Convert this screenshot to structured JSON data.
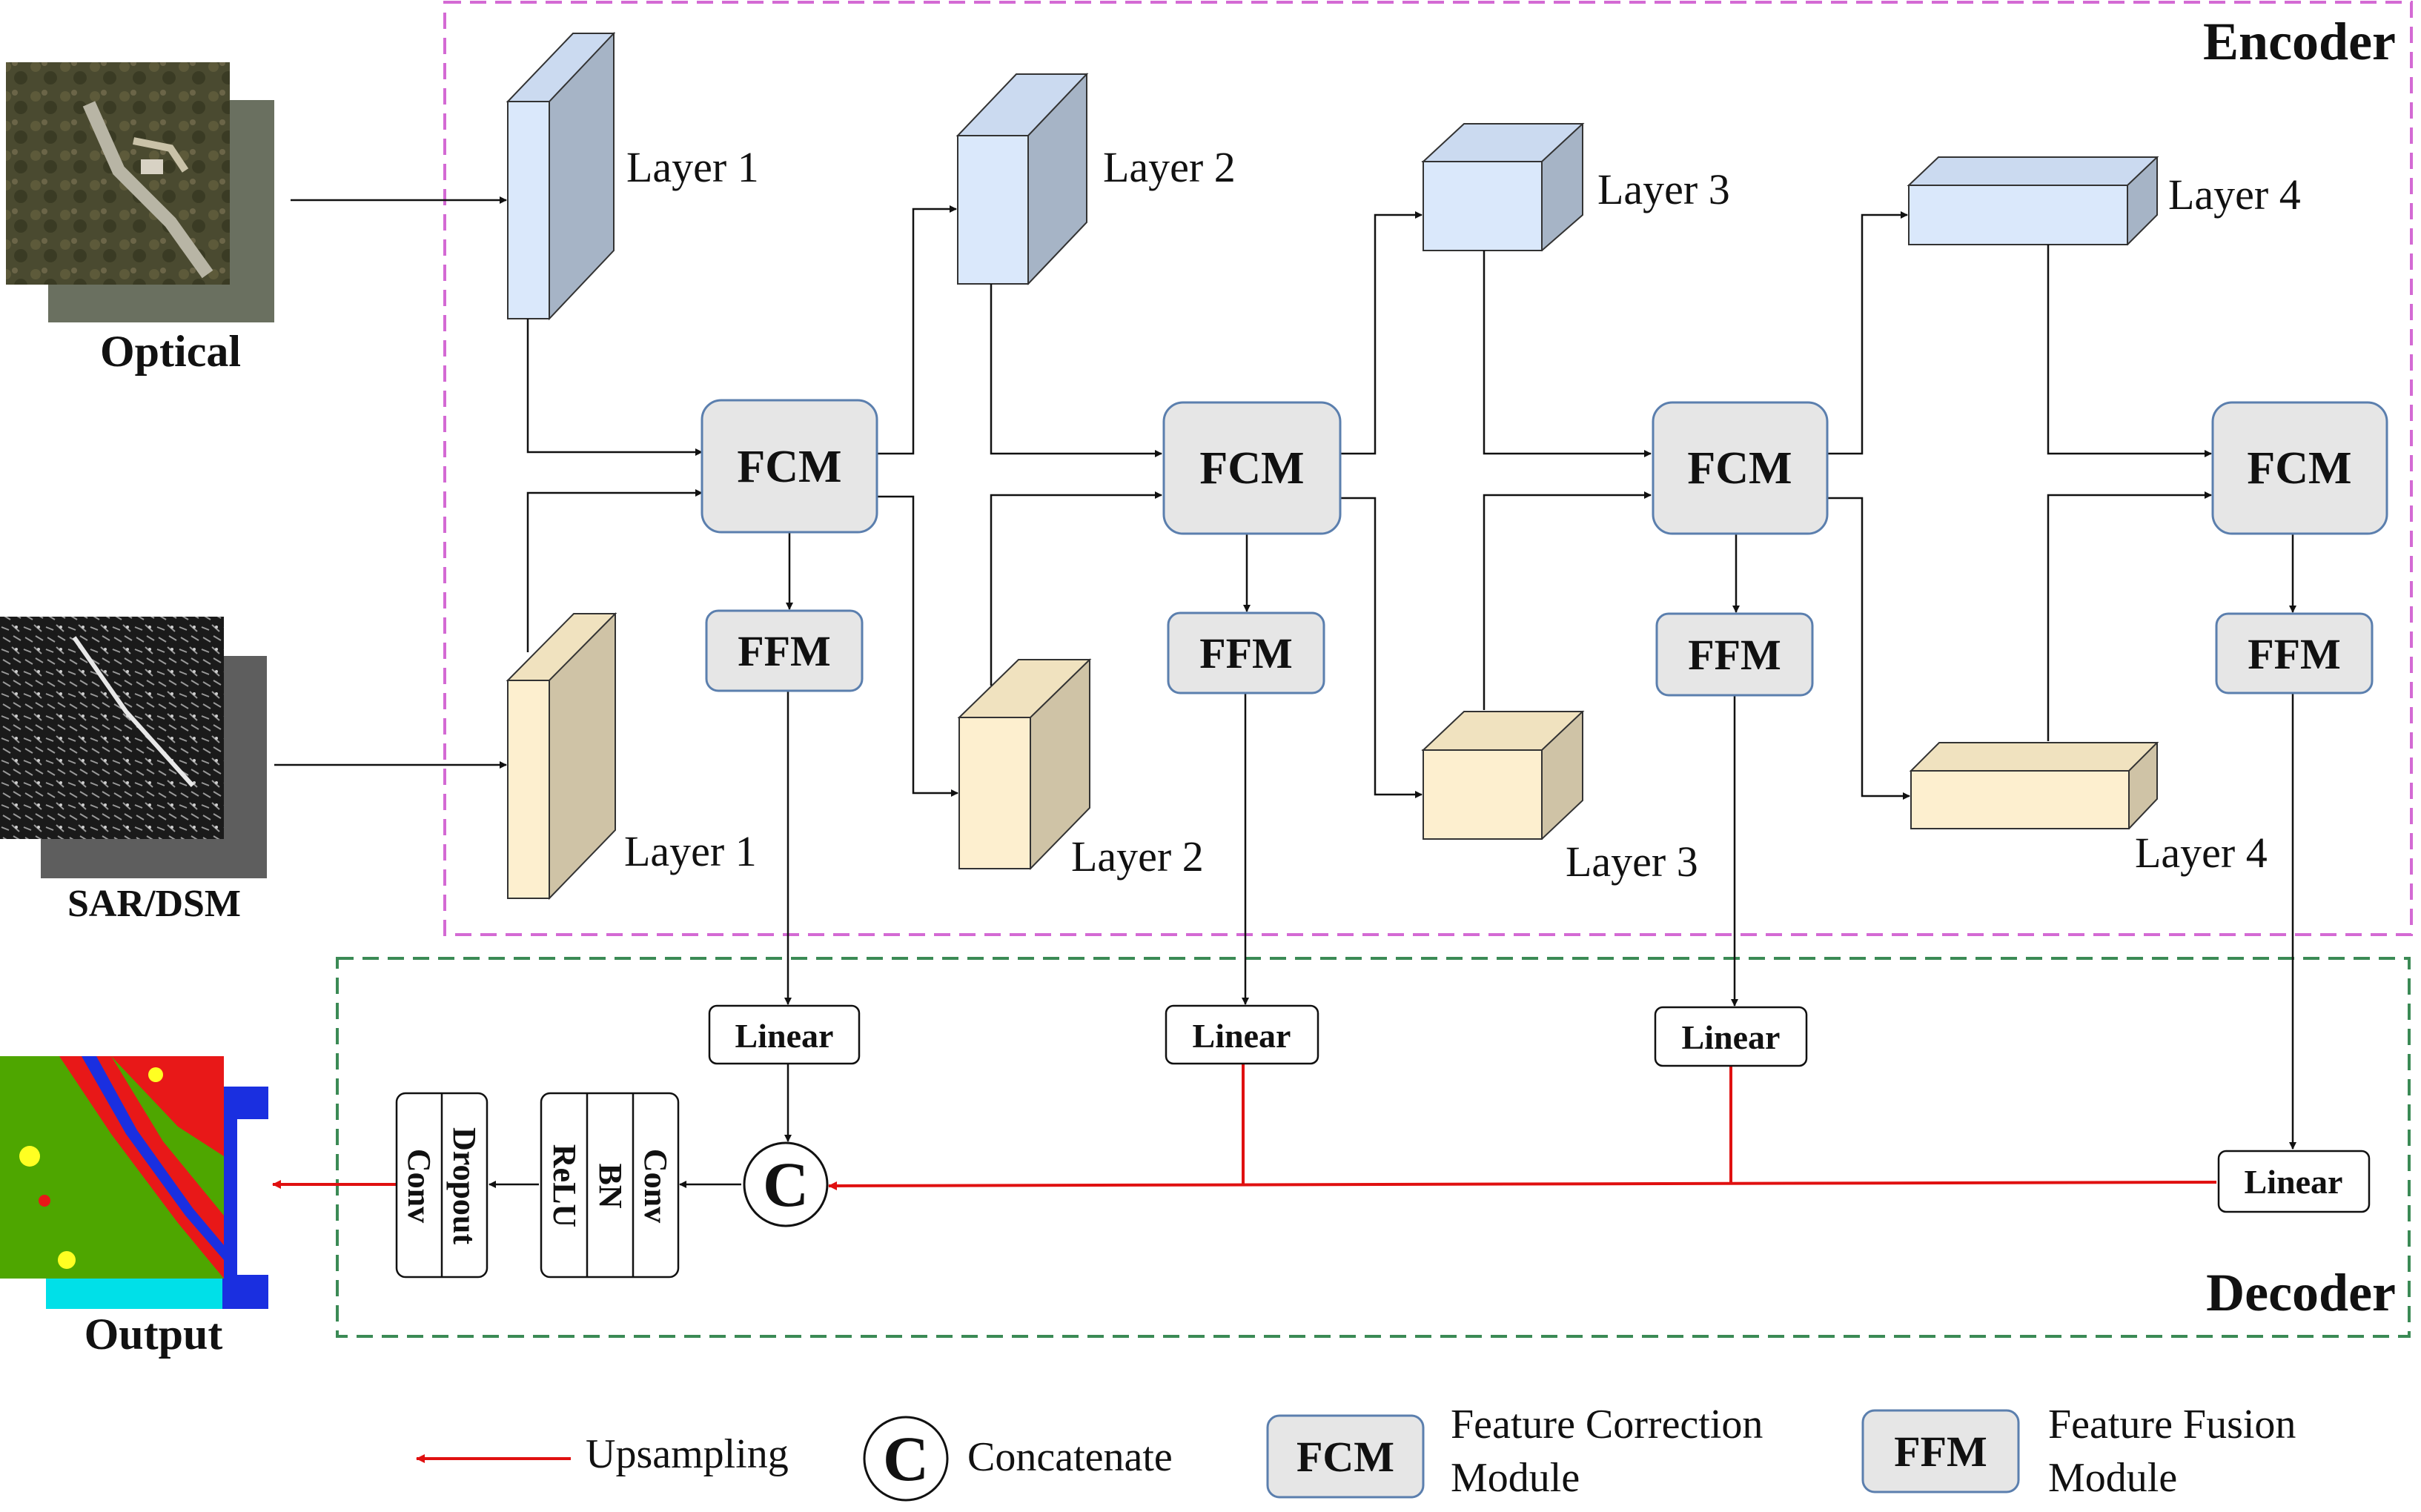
{
  "encoder_label": "Encoder",
  "decoder_label": "Decoder",
  "inputs": {
    "optical": "Optical",
    "sar": "SAR/DSM",
    "output": "Output"
  },
  "layers": {
    "optical": [
      "Layer 1",
      "Layer 2",
      "Layer 3",
      "Layer 4"
    ],
    "sar": [
      "Layer 1",
      "Layer 2",
      "Layer 3",
      "Layer 4"
    ]
  },
  "modules": {
    "fcm": "FCM",
    "ffm": "FFM",
    "linear": "Linear",
    "concat_symbol": "C"
  },
  "decoder_blocks": {
    "conv_bn_relu": [
      "Conv",
      "BN",
      "ReLU"
    ],
    "dropout_conv": [
      "Dropout",
      "Conv"
    ]
  },
  "legend": {
    "upsampling": "Upsampling",
    "concatenate_symbol": "C",
    "concatenate": "Concatenate",
    "fcm_box": "FCM",
    "fcm_desc_line1": "Feature Correction",
    "fcm_desc_line2": "Module",
    "ffm_box": "FFM",
    "ffm_desc_line1": "Feature Fusion",
    "ffm_desc_line2": "Module"
  },
  "colors": {
    "encoder_border": "#d46ad4",
    "decoder_border": "#3b8a55",
    "upsampling_arrow": "#e01010",
    "optical_cube_front": "#dae8fb",
    "optical_cube_side": "#a6b4c6",
    "sar_cube_front": "#fdefcf",
    "sar_cube_side": "#cfc3a6",
    "module_fill": "#e6e6e6",
    "module_border": "#5b7fae",
    "output_vegetation": "#4ea600",
    "output_urban": "#e81818",
    "output_water": "#1a2fe0",
    "output_road": "#00e0e8",
    "output_yellow": "#ffff22"
  }
}
